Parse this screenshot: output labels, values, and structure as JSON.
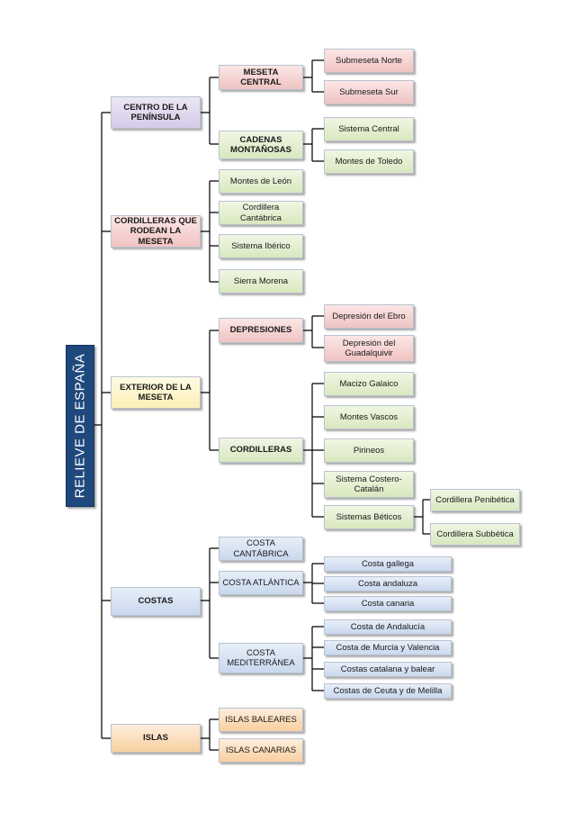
{
  "root": {
    "label": "RELIEVE DE ESPAÑA"
  },
  "categories": {
    "centro": "CENTRO DE LA PENÍNSULA",
    "cordilleras_meseta": "CORDILLERAS QUE RODEAN LA MESETA",
    "exterior": "EXTERIOR DE LA MESETA",
    "costas": "COSTAS",
    "islas": "ISLAS"
  },
  "centro": {
    "meseta_central": "MESETA CENTRAL",
    "submeseta_norte": "Submeseta Norte",
    "submeseta_sur": "Submeseta Sur",
    "cadenas": "CADENAS MONTAÑOSAS",
    "sistema_central": "Sistema Central",
    "montes_toledo": "Montes de Toledo"
  },
  "cordilleras_meseta": {
    "montes_leon": "Montes de León",
    "cantabrica": "Cordillera Cantábrica",
    "iberico": "Sistema Ibérico",
    "sierra_morena": "Sierra Morena"
  },
  "exterior": {
    "depresiones": "DEPRESIONES",
    "ebro": "Depresión del Ebro",
    "guadalquivir": "Depresión del Guadalquivir",
    "cordilleras": "CORDILLERAS",
    "galaico": "Macizo Galaico",
    "vascos": "Montes Vascos",
    "pirineos": "Pirineos",
    "costero": "Sistema Costero-Catalán",
    "beticos": "Sistemas Béticos",
    "penibetica": "Cordillera Penibética",
    "subbetica": "Cordillera  Subbética"
  },
  "costas": {
    "cantabrica": "COSTA CANTÁBRICA",
    "atlantica": "COSTA ATLÁNTICA",
    "gallega": "Costa gallega",
    "andaluza": "Costa andaluza",
    "canaria": "Costa canaria",
    "mediterranea": "COSTA MEDITERRÁNEA",
    "andalucia": "Costa de Andalucía",
    "murcia": "Costa de Murcia y Valencia",
    "catalana": "Costas catalana y  balear",
    "ceuta": "Costas de Ceuta y de Melilla"
  },
  "islas": {
    "baleares": "ISLAS BALEARES",
    "canarias": "ISLAS CANARIAS"
  },
  "colors": {
    "root": "#1f497d",
    "purple": "#d6cbe8",
    "pink": "#f0c3c2",
    "green": "#d9e8bf",
    "yellow": "#fbf0b8",
    "blue": "#c9d8ee",
    "orange": "#f9cf9f",
    "line": "#000000"
  }
}
